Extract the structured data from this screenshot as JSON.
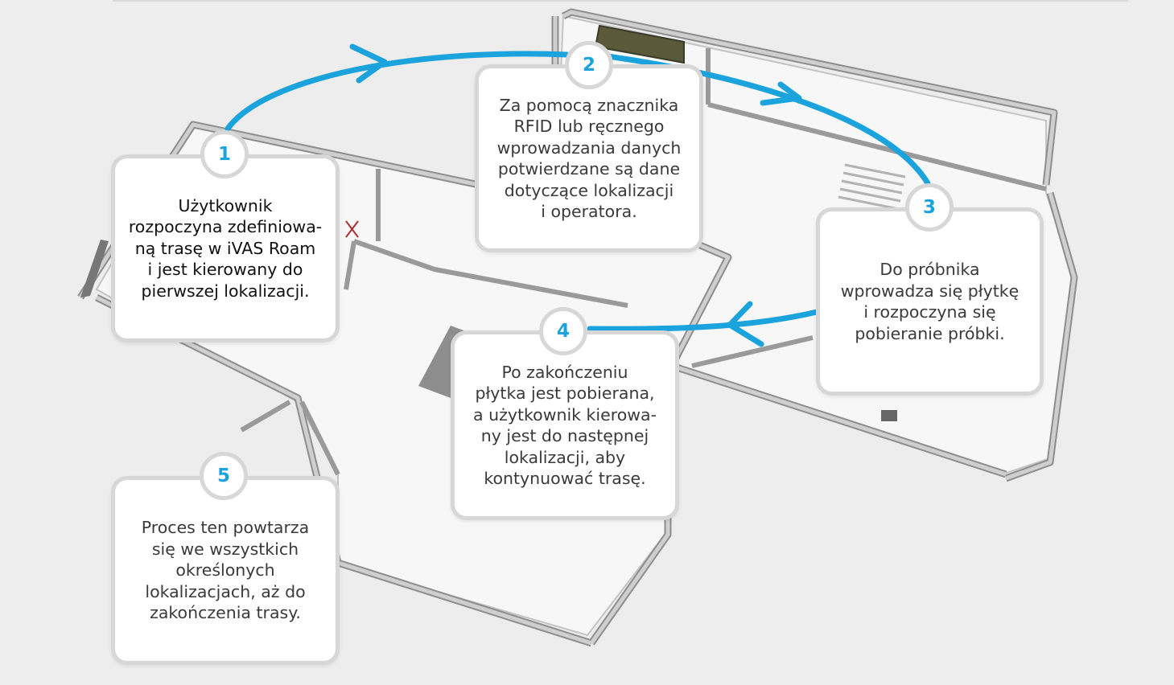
{
  "steps": [
    {
      "number": "1",
      "text": "Użytkownik\nrozpoczyna zdefiniowa-\nną trasę w iVAS Roam\ni jest kierowany do\npierwszej lokalizacji."
    },
    {
      "number": "2",
      "text": "Za pomocą znacznika\nRFID lub ręcznego\nwprowadzania danych\npotwierdzane są dane\ndotyczące lokalizacji\ni operatora."
    },
    {
      "number": "3",
      "text": "Do próbnika\nwprowadza się płytkę\ni rozpoczyna się\npobieranie próbki."
    },
    {
      "number": "4",
      "text": "Po zakończeniu\npłytka jest pobierana,\na użytkownik kierowa-\nny jest do następnej\nlokalizacji, aby\nkontynuować trasę."
    },
    {
      "number": "5",
      "text": "Proces ten powtarza\nsię we wszystkich\nokreślonych\nlokalizacjach, aż do\nzakończenia trasy."
    }
  ],
  "colors": {
    "arrow": "#1aa3dc",
    "badge_text": "#1aa3dc",
    "card_border": "#d7d7d7",
    "background": "#ededed",
    "floor": "#f7f7f7",
    "wall_top": "#c9c9c9",
    "wall_side": "#8c8c8c"
  }
}
